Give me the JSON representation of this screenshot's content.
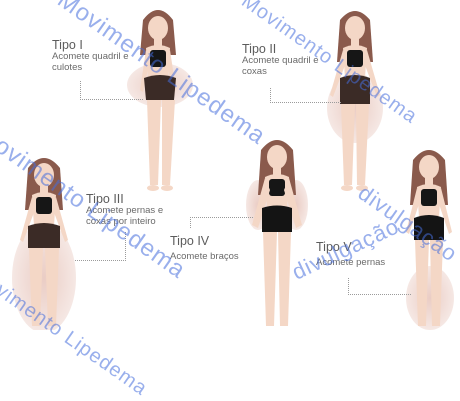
{
  "types": [
    {
      "title": "Tipo I",
      "description": "Acomete quadril e culotes",
      "affected": "hips-thighs-upper"
    },
    {
      "title": "Tipo II",
      "description": "Acomete quadril e coxas",
      "affected": "hips-thighs"
    },
    {
      "title": "Tipo III",
      "description": "Acomete pernas e coxas por inteiro",
      "affected": "legs-full"
    },
    {
      "title": "Tipo IV",
      "description": "Acomete braços",
      "affected": "arms"
    },
    {
      "title": "Tipo V",
      "description": "Acomete pernas",
      "affected": "lower-legs"
    }
  ],
  "watermark": {
    "lines": [
      "Movimento Lipedema",
      "Movimento Lipedema",
      "movimento Lipedema",
      "divulgação",
      "divulgação",
      "Movimento Lipedema"
    ]
  },
  "colors": {
    "skin": "#f4d7c6",
    "hair": "#8a5a4c",
    "top": "#161616",
    "shorts_dark": "#3b2b26",
    "shorts_black": "#141414",
    "highlight": "#d9a394",
    "watermark": "#466edc"
  }
}
